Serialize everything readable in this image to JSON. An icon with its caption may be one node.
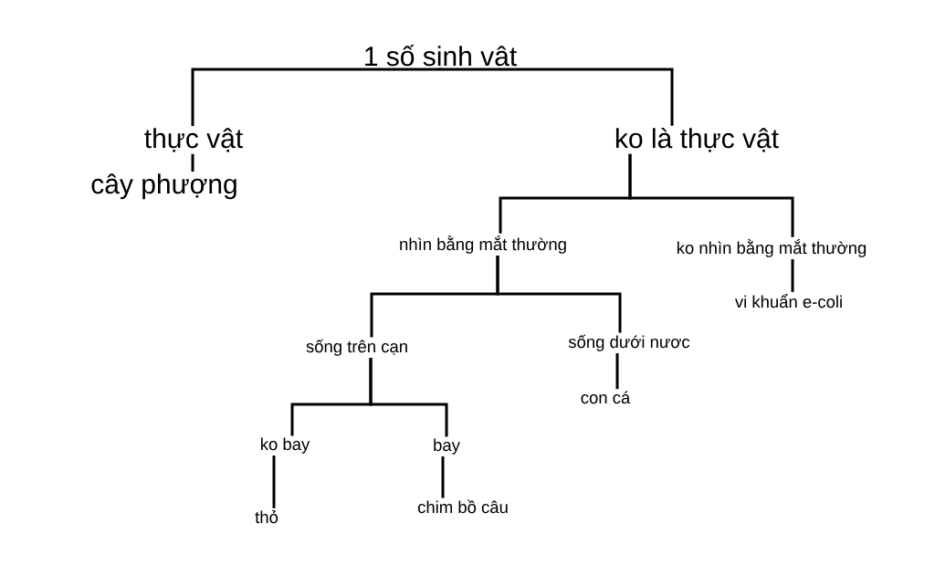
{
  "diagram": {
    "nodes": [
      {
        "text": [
          "1 số sinh vât"
        ]
      },
      {
        "text": [
          "thực vật"
        ]
      },
      {
        "text": [
          "cây phượng"
        ]
      },
      {
        "text": [
          "ko là thực vật"
        ]
      },
      {
        "text": [
          "nhìn bằng mắt thường"
        ]
      },
      {
        "text": [
          "ko nhìn bằng mắt thường"
        ]
      },
      {
        "text": [
          "vi khuẩn e-coli"
        ]
      },
      {
        "text": [
          "sống trên cạn"
        ]
      },
      {
        "text": [
          "sống dưới nươc"
        ]
      },
      {
        "text": [
          "con cá"
        ]
      },
      {
        "text": [
          "ko bay"
        ]
      },
      {
        "text": [
          "bay"
        ]
      },
      {
        "text": [
          "thỏ"
        ]
      },
      {
        "text": [
          "chim bồ câu"
        ]
      }
    ],
    "edges": [
      {
        "from": 0,
        "to": 1,
        "arrow": "none"
      },
      {
        "from": 0,
        "to": 3,
        "arrow": "none"
      },
      {
        "from": 1,
        "to": 2,
        "arrow": "none"
      },
      {
        "from": 3,
        "to": 4,
        "arrow": "none"
      },
      {
        "from": 3,
        "to": 5,
        "arrow": "none"
      },
      {
        "from": 4,
        "to": 7,
        "arrow": "none"
      },
      {
        "from": 4,
        "to": 8,
        "arrow": "none"
      },
      {
        "from": 5,
        "to": 6,
        "arrow": "none"
      },
      {
        "from": 7,
        "to": 10,
        "arrow": "none"
      },
      {
        "from": 7,
        "to": 11,
        "arrow": "none"
      },
      {
        "from": 8,
        "to": 9,
        "arrow": "none"
      },
      {
        "from": 10,
        "to": 12,
        "arrow": "none"
      },
      {
        "from": 11,
        "to": 13,
        "arrow": "none"
      }
    ]
  }
}
